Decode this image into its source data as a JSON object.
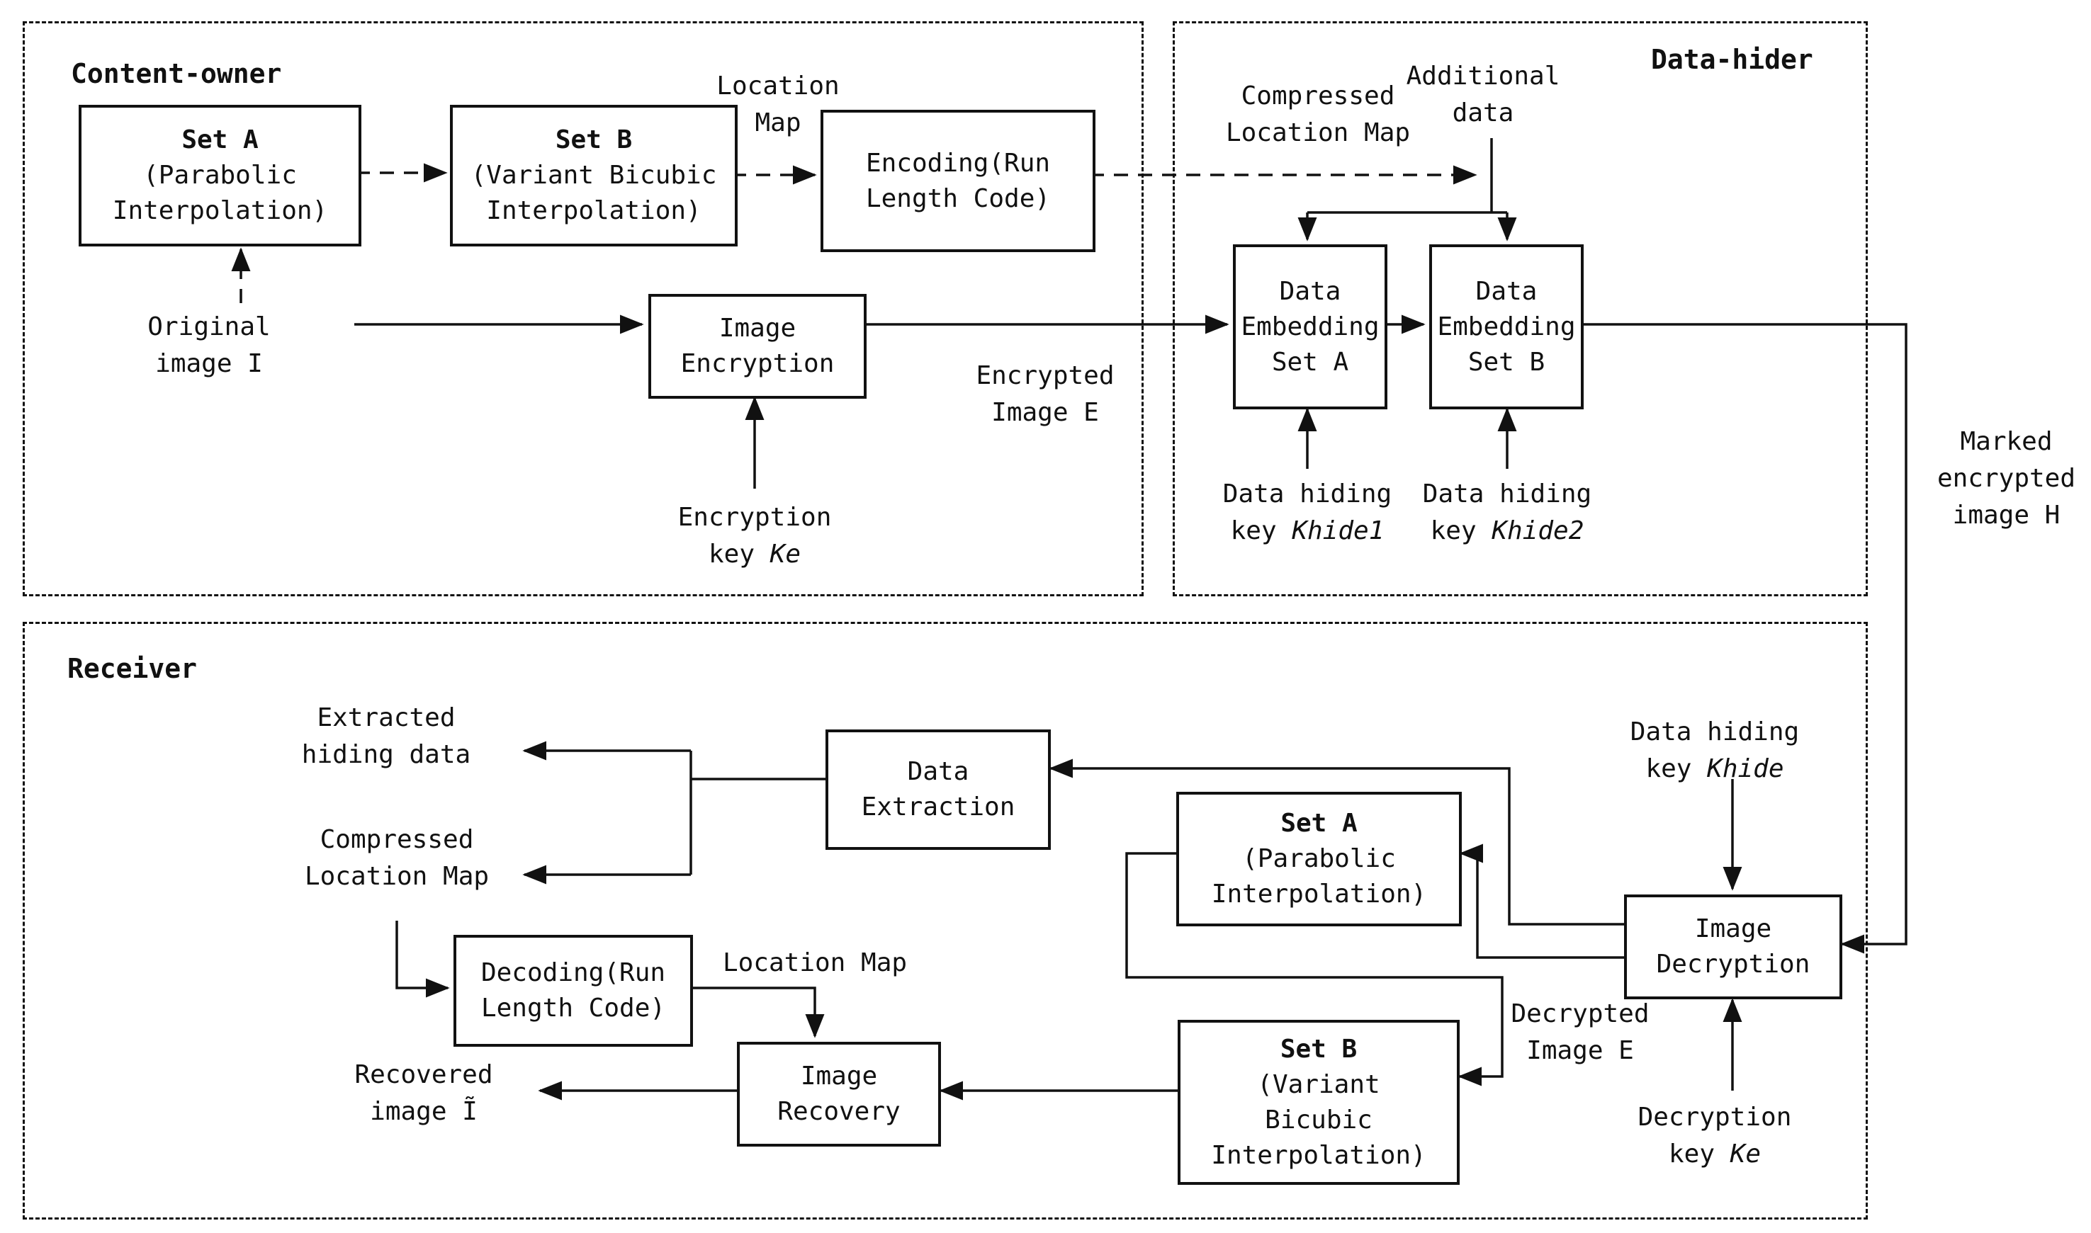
{
  "sections": {
    "content_owner": {
      "title": "Content-owner"
    },
    "data_hider": {
      "title": "Data-hider"
    },
    "receiver": {
      "title": "Receiver"
    }
  },
  "boxes": {
    "set_a_co": {
      "line1": "Set A",
      "line2": "(Parabolic",
      "line3": "Interpolation)"
    },
    "set_b_co": {
      "line1": "Set B",
      "line2": "(Variant Bicubic",
      "line3": "Interpolation)"
    },
    "encoding": {
      "line1": "Encoding(Run",
      "line2": "Length Code)"
    },
    "image_encryption": {
      "line1": "Image",
      "line2": "Encryption"
    },
    "data_embedding_a": {
      "line1": "Data",
      "line2": "Embedding",
      "line3": "Set A"
    },
    "data_embedding_b": {
      "line1": "Data",
      "line2": "Embedding",
      "line3": "Set B"
    },
    "data_extraction": {
      "line1": "Data",
      "line2": "Extraction"
    },
    "set_a_rx": {
      "line1": "Set A",
      "line2": "(Parabolic",
      "line3": "Interpolation)"
    },
    "decoding": {
      "line1": "Decoding(Run",
      "line2": "Length Code)"
    },
    "image_recovery": {
      "line1": "Image",
      "line2": "Recovery"
    },
    "set_b_rx": {
      "line1": "Set B",
      "line2": "(Variant",
      "line3": "Bicubic",
      "line4": "Interpolation)"
    },
    "image_decryption": {
      "line1": "Image",
      "line2": "Decryption"
    }
  },
  "labels": {
    "location_map_co": {
      "line1": "Location",
      "line2": "Map"
    },
    "original_image": {
      "line1": "Original",
      "line2": "image I"
    },
    "encryption_key": {
      "line1": "Encryption",
      "line2_prefix": "key ",
      "key": "Ke"
    },
    "encrypted_image": {
      "line1": "Encrypted",
      "line2": "Image E"
    },
    "compressed_lm_dh": {
      "line1": "Compressed",
      "line2": "Location Map"
    },
    "additional_data": {
      "line1": "Additional",
      "line2": "data"
    },
    "data_hiding_key1": {
      "line1": "Data hiding",
      "line2_prefix": "key ",
      "key": "Khide1"
    },
    "data_hiding_key2": {
      "line1": "Data hiding",
      "line2_prefix": "key ",
      "key": "Khide2"
    },
    "marked_encrypted": {
      "line1": "Marked",
      "line2": "encrypted",
      "line3": "image H"
    },
    "extracted_hiding": {
      "line1": "Extracted",
      "line2": "hiding data"
    },
    "compressed_lm_rx": {
      "line1": "Compressed",
      "line2": "Location Map"
    },
    "location_map_rx": {
      "line1": "Location Map"
    },
    "recovered_image": {
      "line1": "Recovered",
      "line2": "image Ĩ"
    },
    "decrypted_image": {
      "line1": "Decrypted",
      "line2": "Image E"
    },
    "data_hiding_key_rx": {
      "line1": "Data hiding",
      "line2_prefix": "key ",
      "key": "Khide"
    },
    "decryption_key": {
      "line1": "Decryption",
      "line2_prefix": "key ",
      "key": "Ke"
    }
  },
  "colors": {
    "ink": "#111111",
    "background": "#ffffff"
  }
}
